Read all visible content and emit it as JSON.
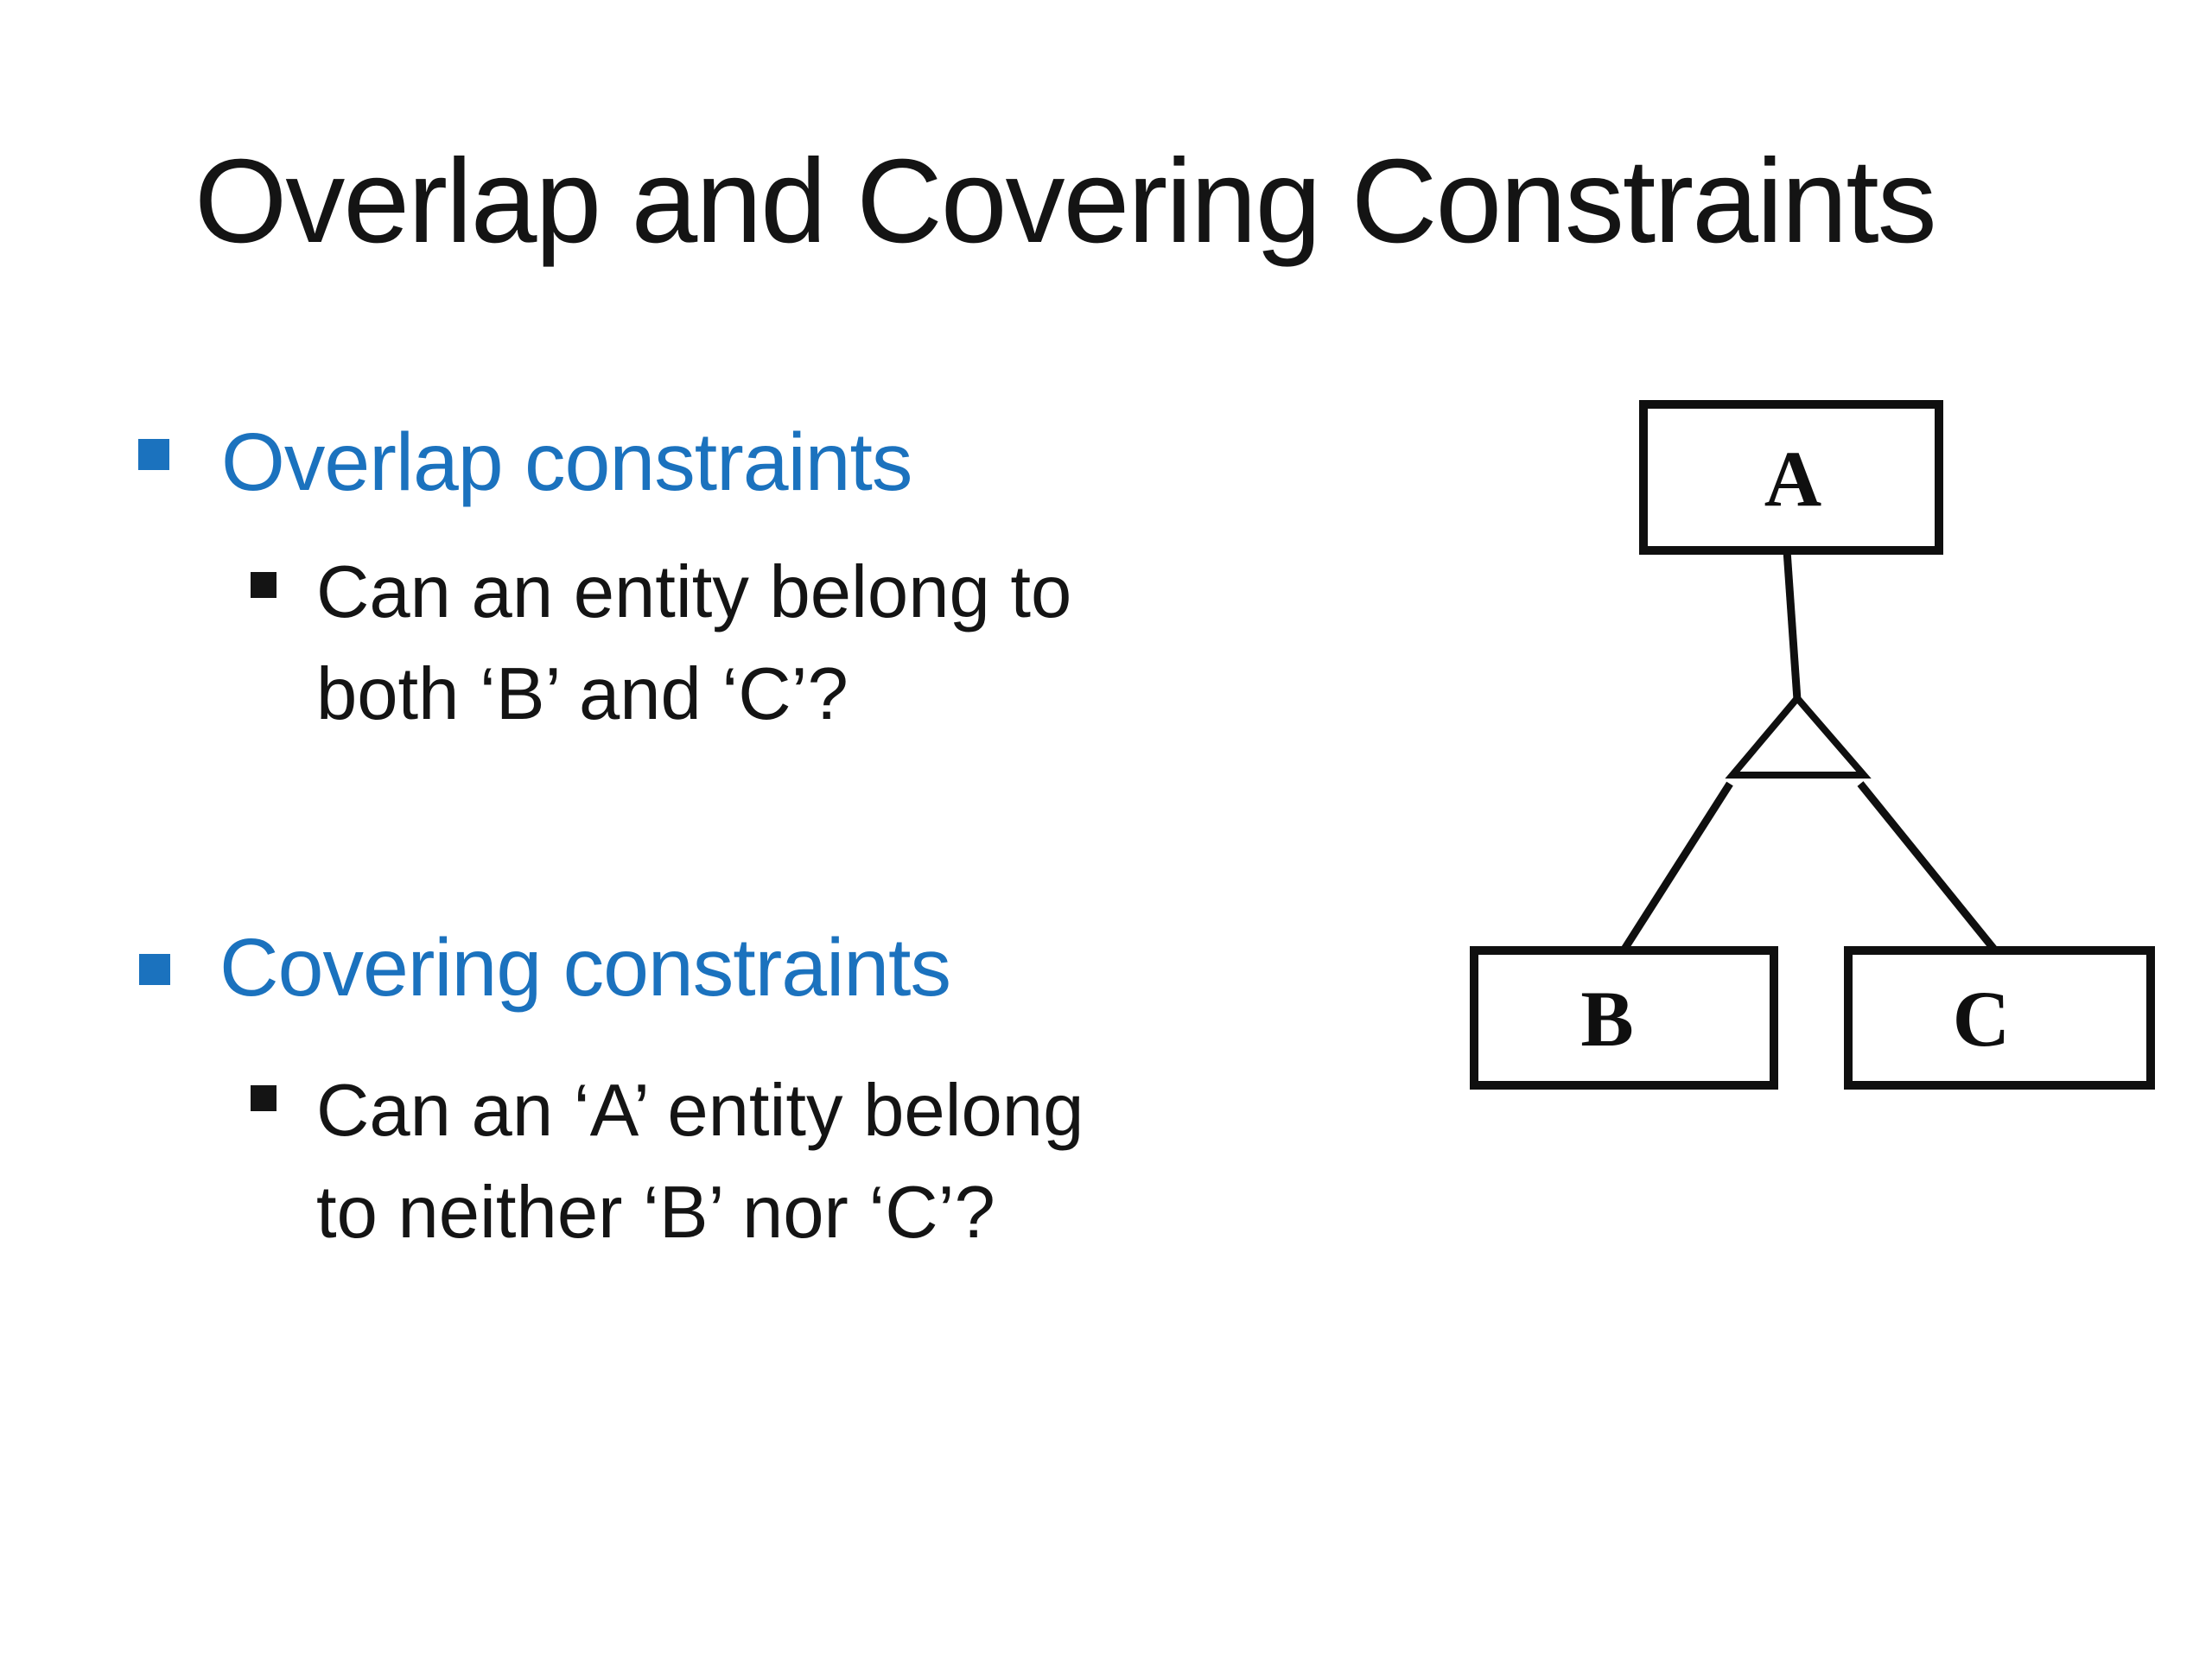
{
  "slide": {
    "title": "Overlap and Covering Constraints",
    "bullets": [
      {
        "heading": "Overlap constraints",
        "sub": {
          "lines": [
            "Can an entity belong to",
            "both ‘B’ and ‘C’?"
          ]
        }
      },
      {
        "heading": "Covering constraints",
        "sub": {
          "lines": [
            "Can an ‘A’ entity belong",
            "to neither ‘B’ nor ‘C’?"
          ]
        }
      }
    ],
    "colors": {
      "accent_blue": "#1B72BE",
      "text": "#141414",
      "background": "#FFFFFF",
      "diagram_stroke": "#0F0F0F"
    }
  },
  "diagram": {
    "type": "isa-hierarchy",
    "parent": "A",
    "children": [
      "B",
      "C"
    ],
    "nodes": {
      "a": "A",
      "b": "B",
      "c": "C"
    }
  }
}
